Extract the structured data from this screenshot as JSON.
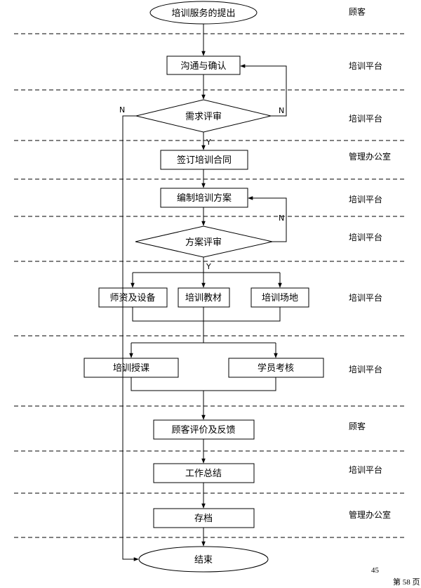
{
  "nodes": {
    "start": "培训服务的提出",
    "communicate": "沟通与确认",
    "demand_review": "需求评审",
    "sign_contract": "签订培训合同",
    "compile_plan": "编制培训方案",
    "plan_review": "方案评审",
    "teachers": "师资及设备",
    "materials": "培训教材",
    "venue": "培训场地",
    "teaching": "培训授课",
    "assessment": "学员考核",
    "feedback": "顾客评价及反馈",
    "summary": "工作总结",
    "archive": "存档",
    "end": "结束"
  },
  "responsible": {
    "r1": "顾客",
    "r2": "培训平台",
    "r3": "培训平台",
    "r4": "管理办公室",
    "r5": "培训平台",
    "r6": "培训平台",
    "r7": "培训平台",
    "r8": "培训平台",
    "r9": "顾客",
    "r10": "培训平台",
    "r11": "管理办公室"
  },
  "branch_labels": {
    "demand_no_left": "N",
    "demand_no_right": "N",
    "demand_yes": "Y",
    "plan_no": "N",
    "plan_yes": "Y"
  },
  "footer": {
    "page_number": "45",
    "page_index": "第 58 页"
  }
}
